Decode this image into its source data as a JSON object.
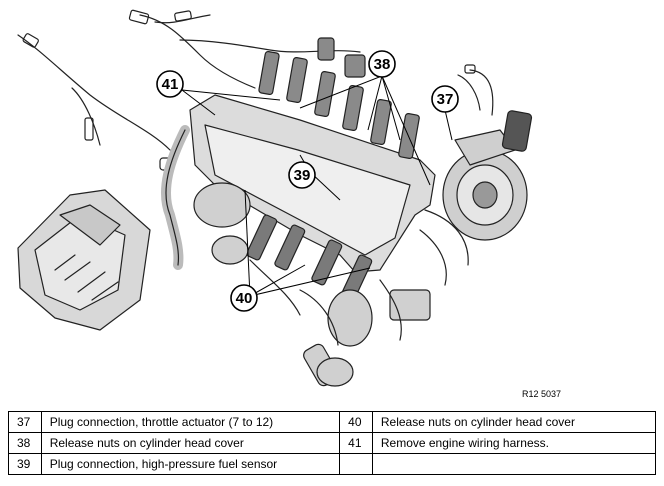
{
  "diagram": {
    "reference_code": "R12 5037",
    "callouts": [
      {
        "id": "41",
        "label": "41"
      },
      {
        "id": "38",
        "label": "38"
      },
      {
        "id": "37",
        "label": "37"
      },
      {
        "id": "39",
        "label": "39"
      },
      {
        "id": "40",
        "label": "40"
      }
    ]
  },
  "legend": {
    "rows": [
      [
        {
          "num": "37",
          "text": "Plug connection, throttle actuator (7 to 12)"
        },
        {
          "num": "40",
          "text": "Release nuts on cylinder head cover"
        }
      ],
      [
        {
          "num": "38",
          "text": "Release nuts on cylinder head cover"
        },
        {
          "num": "41",
          "text": "Remove engine wiring harness."
        }
      ],
      [
        {
          "num": "39",
          "text": "Plug connection, high-pressure fuel sensor"
        },
        {
          "num": "",
          "text": ""
        }
      ]
    ]
  }
}
